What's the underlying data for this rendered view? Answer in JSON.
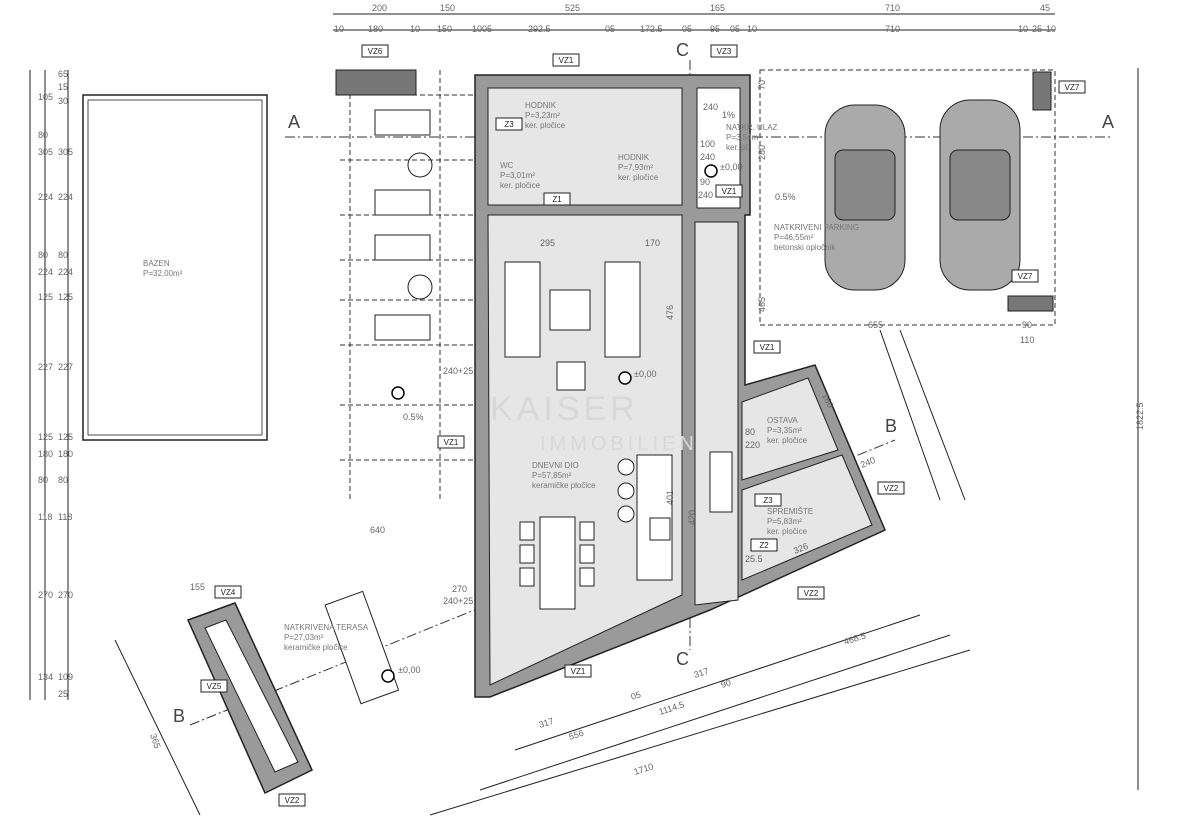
{
  "rooms": {
    "bazen": {
      "name": "BAZEN",
      "area": "P=32,00m²"
    },
    "hodnik1": {
      "name": "HODNIK",
      "area": "P=3,23m²",
      "floor": "ker. pločice"
    },
    "hodnik2": {
      "name": "HODNIK",
      "area": "P=7,93m²",
      "floor": "ker. pločice"
    },
    "wc": {
      "name": "WC",
      "area": "P=3,01m²",
      "floor": "ker. pločice"
    },
    "ulaz": {
      "name": "NATKR. ULAZ",
      "area": "P=3,54m²",
      "floor": "ker. pl."
    },
    "parking": {
      "name": "NATKRIVENI PARKING",
      "area": "P=46,55m²",
      "floor": "betonski opločnik"
    },
    "dnevni": {
      "name": "DNEVNI DIO",
      "area": "P=57,85m²",
      "floor": "keramičke pločice"
    },
    "ostava": {
      "name": "OSTAVA",
      "area": "P=3,35m²",
      "floor": "ker. pločice"
    },
    "spremiste": {
      "name": "SPREMIŠTE",
      "area": "P=5,83m²",
      "floor": "ker. pločice"
    },
    "terasa": {
      "name": "NATKRIVENA TERASA",
      "area": "P=27,03m²",
      "floor": "keramičke pločice"
    }
  },
  "tags": [
    "VZ6",
    "VZ1",
    "VZ3",
    "VZ7",
    "Z3",
    "Z1",
    "VZ1",
    "VZ1",
    "VZ1",
    "VZ2",
    "Z2",
    "VZ2",
    "VZ1",
    "VZ4",
    "VZ5",
    "VZ2",
    "VZ7",
    "Z3"
  ],
  "sections": {
    "a": "A",
    "b": "B",
    "c": "C"
  },
  "levels": [
    "±0,00",
    "±0,00",
    "±0,00"
  ],
  "slopes": [
    "1%",
    "0.5%",
    "0.5%"
  ],
  "dims_top1": [
    "200",
    "150",
    "525",
    "165",
    "710",
    "45"
  ],
  "dims_top2": [
    "10",
    "180",
    "10",
    "150",
    "1005",
    "292.5",
    "05",
    "172.5",
    "05",
    "95",
    "05",
    "10",
    "710",
    "10",
    "25",
    "10"
  ],
  "dims_left": [
    "105",
    "80",
    "305",
    "224",
    "80",
    "224",
    "125",
    "227",
    "125",
    "180",
    "80",
    "118",
    "270",
    "134"
  ],
  "dims_left2": [
    "65",
    "15",
    "30",
    "305",
    "224",
    "80",
    "224",
    "125",
    "227",
    "125",
    "180",
    "80",
    "118",
    "270",
    "109",
    "25"
  ],
  "dims_right": [
    "1822.5",
    "280",
    "70",
    "465"
  ],
  "dims_bottom": [
    "317",
    "556",
    "1114.5",
    "1710",
    "468.5",
    "90",
    "317",
    "05"
  ],
  "dims_misc": [
    "295",
    "170",
    "476",
    "401",
    "420",
    "270",
    "240+25",
    "240+25",
    "655",
    "110",
    "90",
    "240",
    "100",
    "240",
    "90",
    "240",
    "80",
    "220",
    "160",
    "240",
    "326",
    "25.5",
    "155",
    "365",
    "640"
  ],
  "watermark": {
    "line1": "KAISER",
    "line2": "IMMOBILIEN"
  }
}
